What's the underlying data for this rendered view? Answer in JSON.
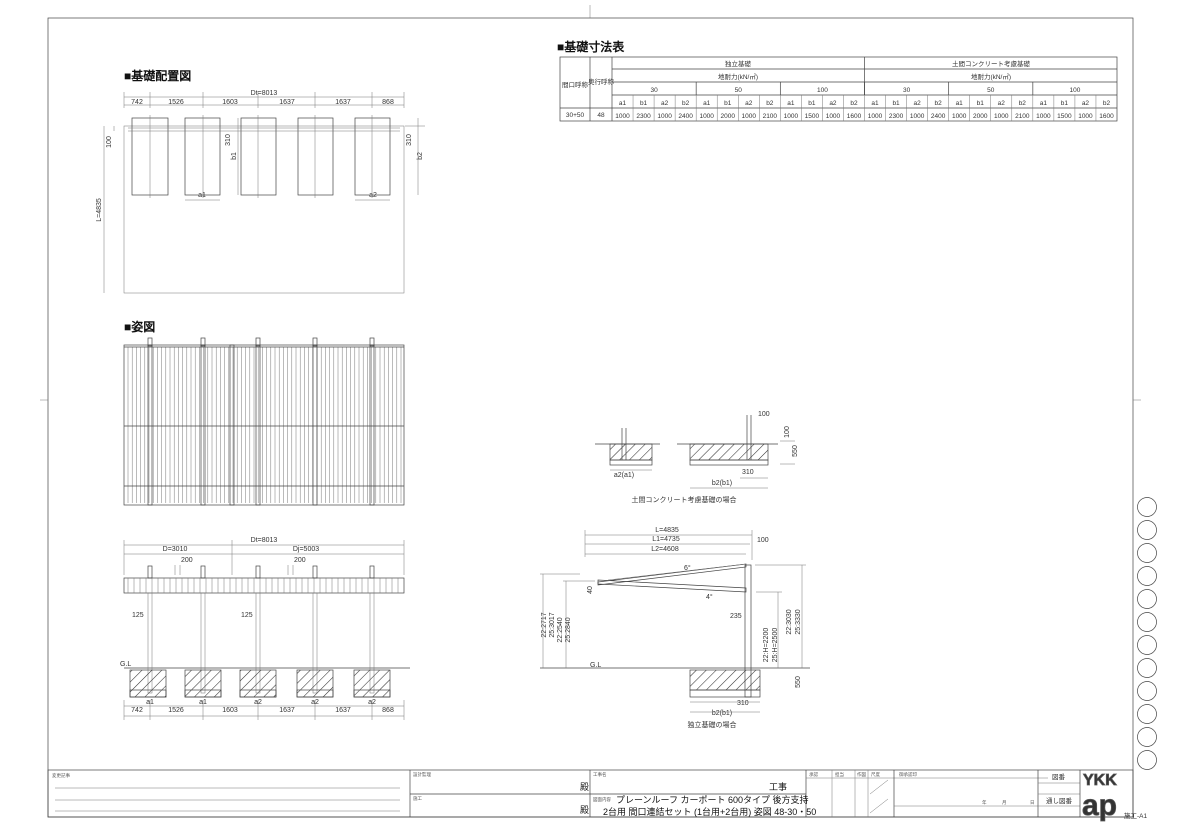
{
  "sections": {
    "layout_title": "■基礎配置図",
    "elevation_title": "■姿図",
    "table_title": "■基礎寸法表"
  },
  "table": {
    "col_opening": "間口呼称",
    "col_depth": "奥行呼称",
    "group_independent": "独立基礎",
    "group_slab": "土間コンクリート考慮基礎",
    "bearing_label": "地耐力(kN/㎡)",
    "bearing_values": [
      "30",
      "50",
      "100",
      "30",
      "50",
      "100"
    ],
    "sub_headers": [
      "a1",
      "b1",
      "a2",
      "b2"
    ],
    "row": {
      "opening": "30+50",
      "depth": "48",
      "values": [
        "1000",
        "2300",
        "1000",
        "2400",
        "1000",
        "2000",
        "1000",
        "2100",
        "1000",
        "1500",
        "1000",
        "1600",
        "1000",
        "2300",
        "1000",
        "2400",
        "1000",
        "2000",
        "1000",
        "2100",
        "1000",
        "1500",
        "1000",
        "1600"
      ]
    }
  },
  "layout_plan": {
    "dt": "Dt=8013",
    "spans": [
      "742",
      "1526",
      "1603",
      "1637",
      "1637",
      "868"
    ],
    "d100": "100",
    "d310a": "310",
    "b1": "b1",
    "d310b": "310",
    "b2": "b2",
    "a1": "a1",
    "a2": "a2",
    "L": "L=4835"
  },
  "front_view": {
    "dt": "Dt=8013",
    "d": "D=3010",
    "dj": "Dj=5003",
    "d200a": "200",
    "d200b": "200",
    "d125a": "125",
    "d125b": "125",
    "gl": "G.L",
    "found_labels": [
      "a1",
      "a1",
      "a2",
      "a2",
      "a2"
    ],
    "spans": [
      "742",
      "1526",
      "1603",
      "1637",
      "1637",
      "868"
    ]
  },
  "slab_detail": {
    "d100a": "100",
    "d100b": "100",
    "d550": "550",
    "a2a1": "a2(a1)",
    "d310": "310",
    "b2b1": "b2(b1)",
    "caption": "土間コンクリート考慮基礎の場合"
  },
  "side_view": {
    "L": "L=4835",
    "L1": "L1=4735",
    "L2": "L2=4608",
    "d100": "100",
    "angle6": "6°",
    "angle4": "4°",
    "d40": "40",
    "d235": "235",
    "h22_2717": "22:2717",
    "h25_3017": "25:3017",
    "h22_2540": "22:2540",
    "h25_2840": "25:2840",
    "h22_H": "22:H=2200",
    "h25_H": "25:H=2500",
    "h22_3030": "22:3030",
    "h25_3330": "25:3330",
    "gl": "G.L",
    "d550": "550",
    "d310": "310",
    "b2b1": "b2(b1)",
    "caption": "独立基礎の場合"
  },
  "title_block": {
    "change_record": "変更記事",
    "design_supervisor": "設計監理",
    "dono1": "殿",
    "construction": "施工",
    "dono2": "殿",
    "project_name_label": "工事名",
    "project_suffix": "工事",
    "content_label": "図面内容",
    "content_line1": "プレーンルーフ カーポート 600タイプ 後方支持",
    "content_line2": "2台用 間口連結セット (1台用+2台用) 姿図 48-30・50",
    "approval": "承認",
    "check": "担当",
    "drawn": "作図",
    "scale": "尺度",
    "customer_approval": "御承認印",
    "year": "年",
    "month": "月",
    "day": "日",
    "drawing_no": "図番",
    "serial_no": "通し図番",
    "logo": "YKK ap",
    "sheet": "施工-A1"
  }
}
